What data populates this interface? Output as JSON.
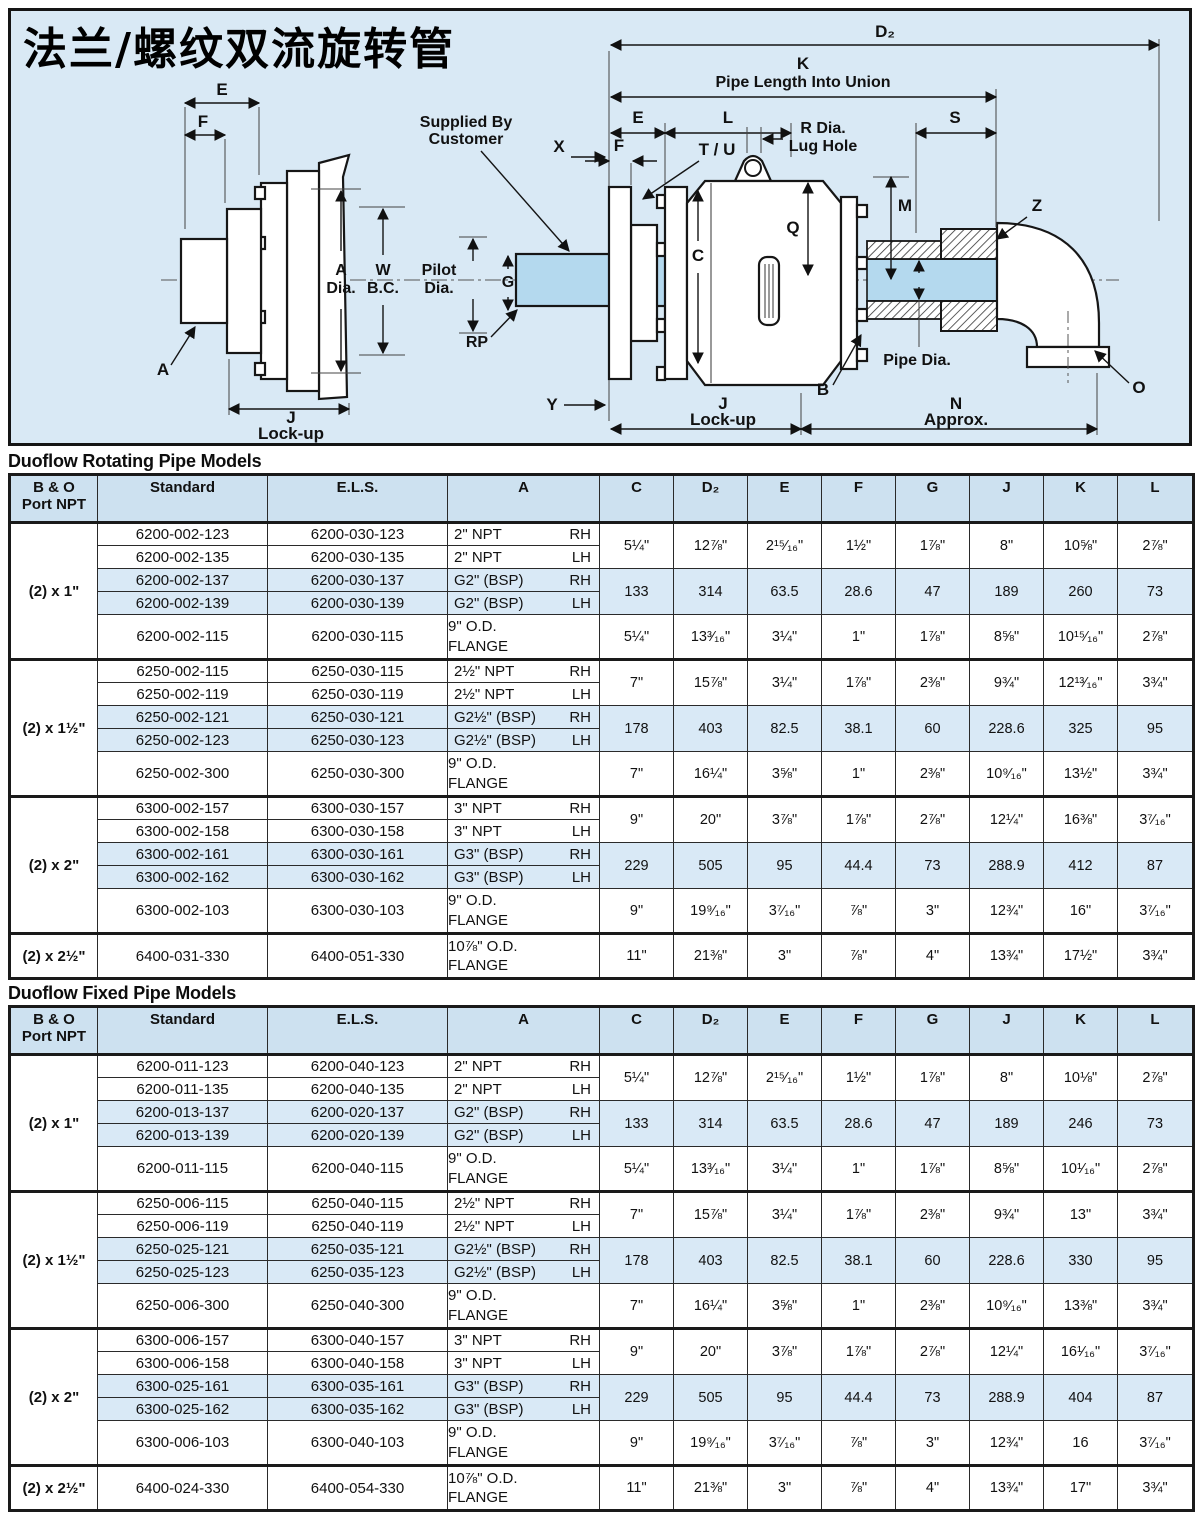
{
  "title": "法兰/螺纹双流旋转管",
  "diagram": {
    "labels": {
      "d2": "D₂",
      "k": "K",
      "k_caption": "Pipe Length Into Union",
      "e_flange": "E",
      "f_flange": "F",
      "a_pointer": "A",
      "j_lockup_left": [
        "J",
        "Lock-up"
      ],
      "supplied_by": [
        "Supplied By",
        "Customer"
      ],
      "x": "X",
      "y": "Y",
      "a_dia": [
        "A",
        "Dia."
      ],
      "w_bc": [
        "W",
        "B.C."
      ],
      "pilot_dia": [
        "Pilot",
        "Dia."
      ],
      "g": "G",
      "rp": "RP",
      "e_union": "E",
      "l": "L",
      "s": "S",
      "f_union": "F",
      "t_u": "T / U",
      "r_lug": [
        "R Dia.",
        "Lug Hole"
      ],
      "m": "M",
      "q": "Q",
      "c": "C",
      "z": "Z",
      "b": "B",
      "o": "O",
      "pipe_dia": "Pipe Dia.",
      "j_lockup_right": [
        "J",
        "Lock-up"
      ],
      "n_approx": [
        "N",
        "Approx."
      ]
    }
  },
  "colors": {
    "diagram_bg": "#d9e9f5",
    "header_bg": "#cde1f0",
    "row_shade": "#d9e9f6",
    "pipe_fill": "#b4d9ee",
    "line": "#1a1a1a"
  },
  "tables": [
    {
      "heading": "Duoflow Rotating Pipe Models",
      "columns": [
        [
          "B & O",
          "Port NPT"
        ],
        "Standard",
        "E.L.S.",
        "A",
        "C",
        "D₂",
        "E",
        "F",
        "G",
        "J",
        "K",
        "L"
      ],
      "groups": [
        {
          "port": "(2) x 1\"",
          "rows": [
            {
              "std": "6200-002-123",
              "els": "6200-030-123",
              "a": "2\" NPT",
              "hand": "RH",
              "shade": false
            },
            {
              "std": "6200-002-135",
              "els": "6200-030-135",
              "a": "2\" NPT",
              "hand": "LH",
              "shade": false
            },
            {
              "std": "6200-002-137",
              "els": "6200-030-137",
              "a": "G2\" (BSP)",
              "hand": "RH",
              "shade": true
            },
            {
              "std": "6200-002-139",
              "els": "6200-030-139",
              "a": "G2\" (BSP)",
              "hand": "LH",
              "shade": true
            },
            {
              "std": "6200-002-115",
              "els": "6200-030-115",
              "a": "9\" O.D.\nFLANGE",
              "hand": "",
              "shade": false,
              "tall": true
            }
          ],
          "dims": [
            {
              "span": 2,
              "shade": false,
              "values": [
                "5¼\"",
                "12⅞\"",
                "2¹⁵⁄₁₆\"",
                "1½\"",
                "1⅞\"",
                "8\"",
                "10⅝\"",
                "2⅞\""
              ]
            },
            {
              "span": 2,
              "shade": true,
              "values": [
                "133",
                "314",
                "63.5",
                "28.6",
                "47",
                "189",
                "260",
                "73"
              ]
            },
            {
              "span": 1,
              "shade": false,
              "values": [
                "5¼\"",
                "13³⁄₁₆\"",
                "3¼\"",
                "1\"",
                "1⅞\"",
                "8⅝\"",
                "10¹⁵⁄₁₆\"",
                "2⅞\""
              ]
            }
          ]
        },
        {
          "port": "(2) x 1½\"",
          "rows": [
            {
              "std": "6250-002-115",
              "els": "6250-030-115",
              "a": "2½\" NPT",
              "hand": "RH",
              "shade": false
            },
            {
              "std": "6250-002-119",
              "els": "6250-030-119",
              "a": "2½\" NPT",
              "hand": "LH",
              "shade": false
            },
            {
              "std": "6250-002-121",
              "els": "6250-030-121",
              "a": "G2½\" (BSP)",
              "hand": "RH",
              "shade": true
            },
            {
              "std": "6250-002-123",
              "els": "6250-030-123",
              "a": "G2½\" (BSP)",
              "hand": "LH",
              "shade": true
            },
            {
              "std": "6250-002-300",
              "els": "6250-030-300",
              "a": "9\" O.D.\nFLANGE",
              "hand": "",
              "shade": false,
              "tall": true
            }
          ],
          "dims": [
            {
              "span": 2,
              "shade": false,
              "values": [
                "7\"",
                "15⅞\"",
                "3¼\"",
                "1⅞\"",
                "2⅜\"",
                "9¾\"",
                "12¹³⁄₁₆\"",
                "3¾\""
              ]
            },
            {
              "span": 2,
              "shade": true,
              "values": [
                "178",
                "403",
                "82.5",
                "38.1",
                "60",
                "228.6",
                "325",
                "95"
              ]
            },
            {
              "span": 1,
              "shade": false,
              "values": [
                "7\"",
                "16¼\"",
                "3⅝\"",
                "1\"",
                "2⅜\"",
                "10⁹⁄₁₆\"",
                "13½\"",
                "3¾\""
              ]
            }
          ]
        },
        {
          "port": "(2) x 2\"",
          "rows": [
            {
              "std": "6300-002-157",
              "els": "6300-030-157",
              "a": "3\" NPT",
              "hand": "RH",
              "shade": false
            },
            {
              "std": "6300-002-158",
              "els": "6300-030-158",
              "a": "3\" NPT",
              "hand": "LH",
              "shade": false
            },
            {
              "std": "6300-002-161",
              "els": "6300-030-161",
              "a": "G3\" (BSP)",
              "hand": "RH",
              "shade": true
            },
            {
              "std": "6300-002-162",
              "els": "6300-030-162",
              "a": "G3\" (BSP)",
              "hand": "LH",
              "shade": true
            },
            {
              "std": "6300-002-103",
              "els": "6300-030-103",
              "a": "9\" O.D.\nFLANGE",
              "hand": "",
              "shade": false,
              "tall": true
            }
          ],
          "dims": [
            {
              "span": 2,
              "shade": false,
              "values": [
                "9\"",
                "20\"",
                "3⅞\"",
                "1⅞\"",
                "2⅞\"",
                "12¼\"",
                "16⅜\"",
                "3⁷⁄₁₆\""
              ]
            },
            {
              "span": 2,
              "shade": true,
              "values": [
                "229",
                "505",
                "95",
                "44.4",
                "73",
                "288.9",
                "412",
                "87"
              ]
            },
            {
              "span": 1,
              "shade": false,
              "values": [
                "9\"",
                "19⁹⁄₁₆\"",
                "3⁷⁄₁₆\"",
                "⅞\"",
                "3\"",
                "12¾\"",
                "16\"",
                "3⁷⁄₁₆\""
              ]
            }
          ]
        },
        {
          "port": "(2) x 2½\"",
          "rows": [
            {
              "std": "6400-031-330",
              "els": "6400-051-330",
              "a": "10⅞\" O.D.\nFLANGE",
              "hand": "",
              "shade": false,
              "tall": true
            }
          ],
          "dims": [
            {
              "span": 1,
              "shade": false,
              "values": [
                "11\"",
                "21⅜\"",
                "3\"",
                "⅞\"",
                "4\"",
                "13¾\"",
                "17½\"",
                "3¾\""
              ]
            }
          ]
        }
      ]
    },
    {
      "heading": "Duoflow Fixed Pipe Models",
      "columns": [
        [
          "B & O",
          "Port NPT"
        ],
        "Standard",
        "E.L.S.",
        "A",
        "C",
        "D₂",
        "E",
        "F",
        "G",
        "J",
        "K",
        "L"
      ],
      "groups": [
        {
          "port": "(2) x 1\"",
          "rows": [
            {
              "std": "6200-011-123",
              "els": "6200-040-123",
              "a": "2\" NPT",
              "hand": "RH",
              "shade": false
            },
            {
              "std": "6200-011-135",
              "els": "6200-040-135",
              "a": "2\" NPT",
              "hand": "LH",
              "shade": false
            },
            {
              "std": "6200-013-137",
              "els": "6200-020-137",
              "a": "G2\" (BSP)",
              "hand": "RH",
              "shade": true
            },
            {
              "std": "6200-013-139",
              "els": "6200-020-139",
              "a": "G2\" (BSP)",
              "hand": "LH",
              "shade": true
            },
            {
              "std": "6200-011-115",
              "els": "6200-040-115",
              "a": "9\" O.D.\nFLANGE",
              "hand": "",
              "shade": false,
              "tall": true
            }
          ],
          "dims": [
            {
              "span": 2,
              "shade": false,
              "values": [
                "5¼\"",
                "12⅞\"",
                "2¹⁵⁄₁₆\"",
                "1½\"",
                "1⅞\"",
                "8\"",
                "10⅛\"",
                "2⅞\""
              ]
            },
            {
              "span": 2,
              "shade": true,
              "values": [
                "133",
                "314",
                "63.5",
                "28.6",
                "47",
                "189",
                "246",
                "73"
              ]
            },
            {
              "span": 1,
              "shade": false,
              "values": [
                "5¼\"",
                "13³⁄₁₆\"",
                "3¼\"",
                "1\"",
                "1⅞\"",
                "8⅝\"",
                "10¹⁄₁₆\"",
                "2⅞\""
              ]
            }
          ]
        },
        {
          "port": "(2) x 1½\"",
          "rows": [
            {
              "std": "6250-006-115",
              "els": "6250-040-115",
              "a": "2½\" NPT",
              "hand": "RH",
              "shade": false
            },
            {
              "std": "6250-006-119",
              "els": "6250-040-119",
              "a": "2½\" NPT",
              "hand": "LH",
              "shade": false
            },
            {
              "std": "6250-025-121",
              "els": "6250-035-121",
              "a": "G2½\" (BSP)",
              "hand": "RH",
              "shade": true
            },
            {
              "std": "6250-025-123",
              "els": "6250-035-123",
              "a": "G2½\" (BSP)",
              "hand": "LH",
              "shade": true
            },
            {
              "std": "6250-006-300",
              "els": "6250-040-300",
              "a": "9\" O.D.\nFLANGE",
              "hand": "",
              "shade": false,
              "tall": true
            }
          ],
          "dims": [
            {
              "span": 2,
              "shade": false,
              "values": [
                "7\"",
                "15⅞\"",
                "3¼\"",
                "1⅞\"",
                "2⅜\"",
                "9¾\"",
                "13\"",
                "3¾\""
              ]
            },
            {
              "span": 2,
              "shade": true,
              "values": [
                "178",
                "403",
                "82.5",
                "38.1",
                "60",
                "228.6",
                "330",
                "95"
              ]
            },
            {
              "span": 1,
              "shade": false,
              "values": [
                "7\"",
                "16¼\"",
                "3⅝\"",
                "1\"",
                "2⅜\"",
                "10⁹⁄₁₆\"",
                "13⅜\"",
                "3¾\""
              ]
            }
          ]
        },
        {
          "port": "(2) x 2\"",
          "rows": [
            {
              "std": "6300-006-157",
              "els": "6300-040-157",
              "a": "3\" NPT",
              "hand": "RH",
              "shade": false
            },
            {
              "std": "6300-006-158",
              "els": "6300-040-158",
              "a": "3\" NPT",
              "hand": "LH",
              "shade": false
            },
            {
              "std": "6300-025-161",
              "els": "6300-035-161",
              "a": "G3\" (BSP)",
              "hand": "RH",
              "shade": true
            },
            {
              "std": "6300-025-162",
              "els": "6300-035-162",
              "a": "G3\" (BSP)",
              "hand": "LH",
              "shade": true
            },
            {
              "std": "6300-006-103",
              "els": "6300-040-103",
              "a": "9\" O.D.\nFLANGE",
              "hand": "",
              "shade": false,
              "tall": true
            }
          ],
          "dims": [
            {
              "span": 2,
              "shade": false,
              "values": [
                "9\"",
                "20\"",
                "3⅞\"",
                "1⅞\"",
                "2⅞\"",
                "12¼\"",
                "16¹⁄₁₆\"",
                "3⁷⁄₁₆\""
              ]
            },
            {
              "span": 2,
              "shade": true,
              "values": [
                "229",
                "505",
                "95",
                "44.4",
                "73",
                "288.9",
                "404",
                "87"
              ]
            },
            {
              "span": 1,
              "shade": false,
              "values": [
                "9\"",
                "19⁹⁄₁₆\"",
                "3⁷⁄₁₆\"",
                "⅞\"",
                "3\"",
                "12¾\"",
                "16",
                "3⁷⁄₁₆\""
              ]
            }
          ]
        },
        {
          "port": "(2) x 2½\"",
          "rows": [
            {
              "std": "6400-024-330",
              "els": "6400-054-330",
              "a": "10⅞\" O.D.\nFLANGE",
              "hand": "",
              "shade": false,
              "tall": true
            }
          ],
          "dims": [
            {
              "span": 1,
              "shade": false,
              "values": [
                "11\"",
                "21⅜\"",
                "3\"",
                "⅞\"",
                "4\"",
                "13¾\"",
                "17\"",
                "3¾\""
              ]
            }
          ]
        }
      ]
    }
  ]
}
